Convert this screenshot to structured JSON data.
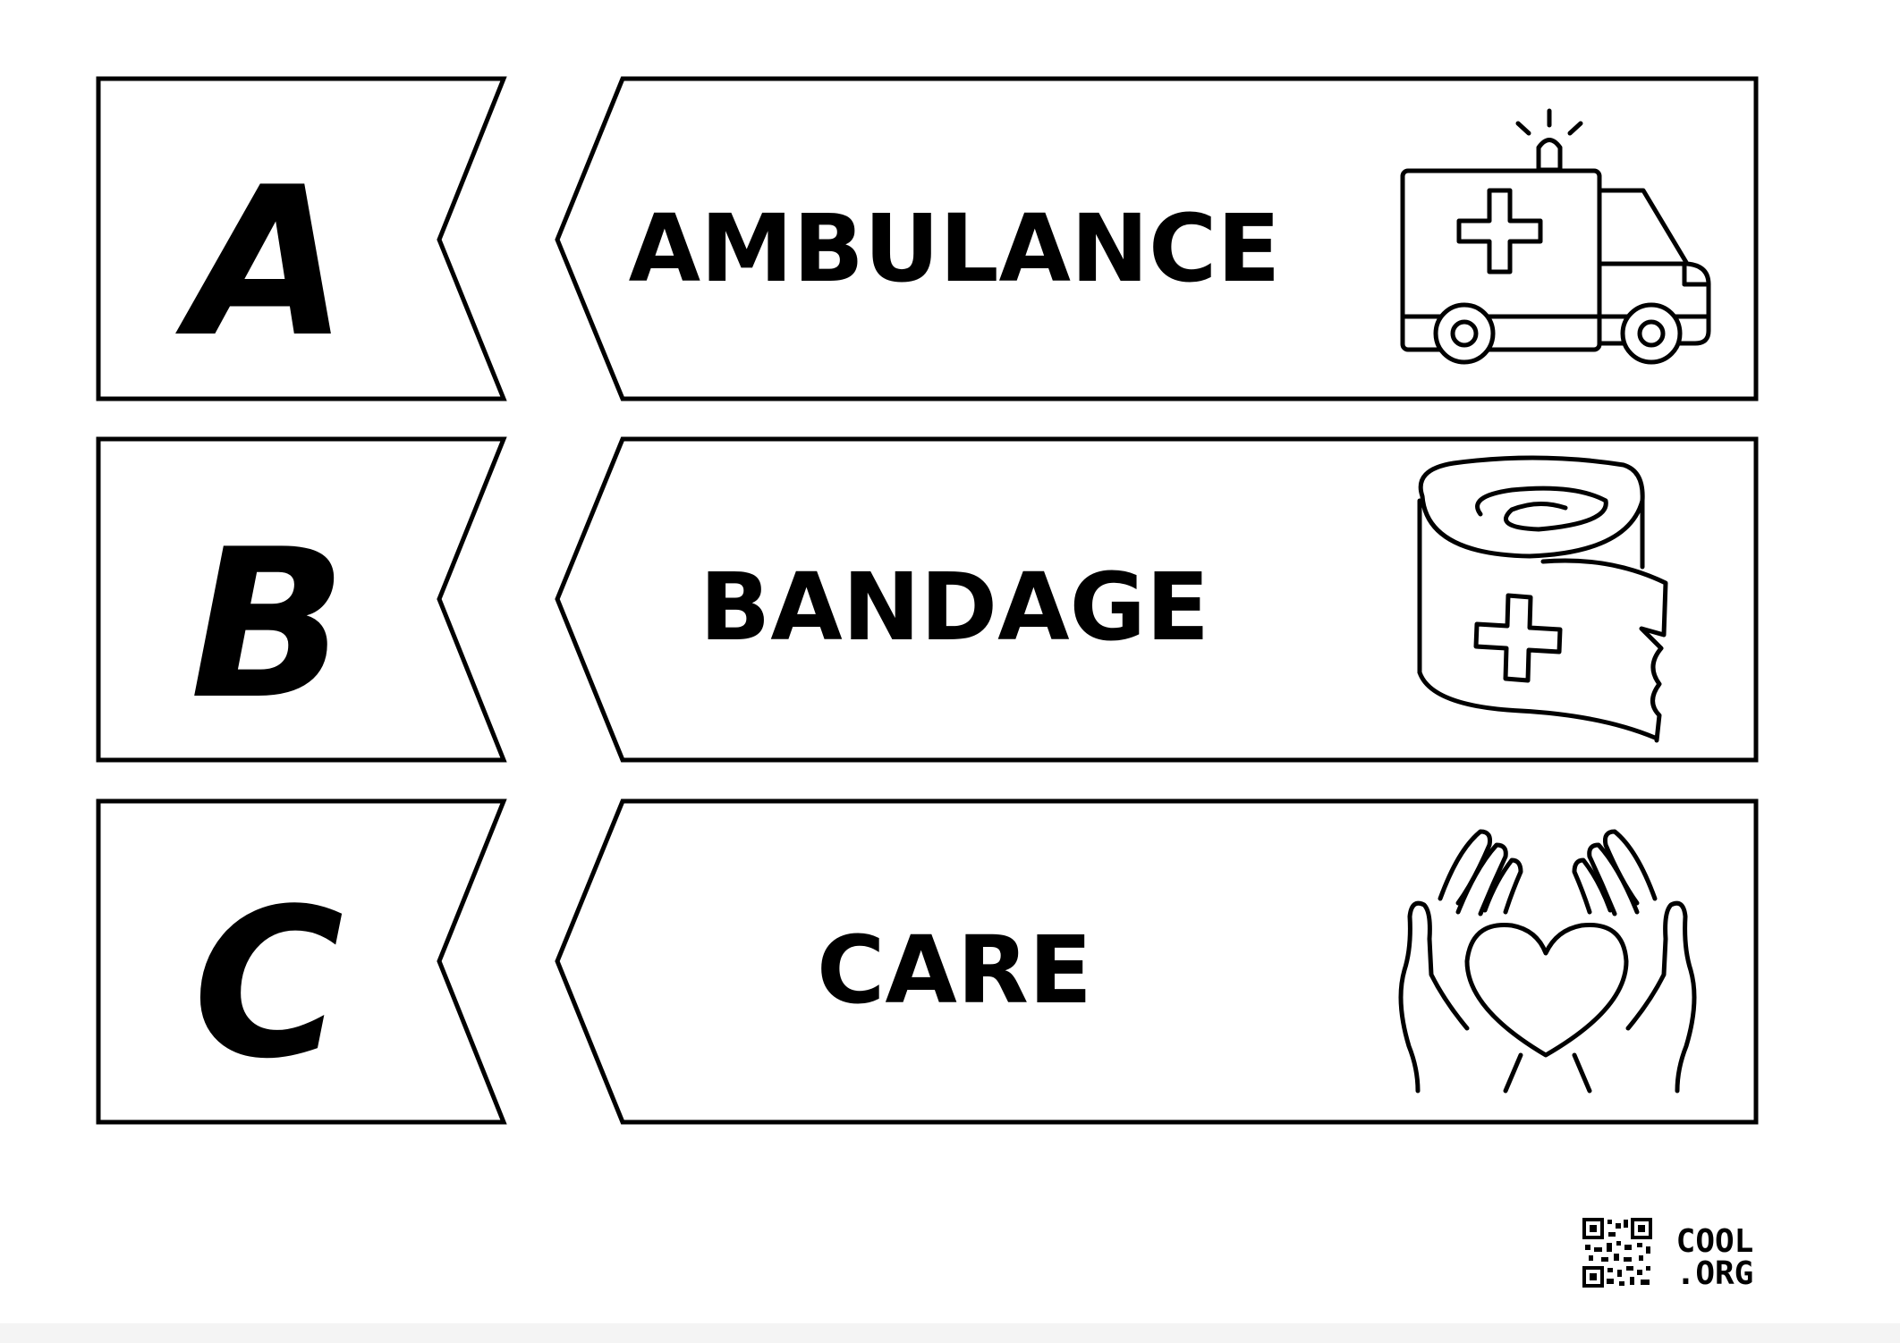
{
  "cards": [
    {
      "letter": "A",
      "word": "AMBULANCE",
      "icon": "ambulance-icon"
    },
    {
      "letter": "B",
      "word": "BANDAGE",
      "icon": "bandage-roll-icon"
    },
    {
      "letter": "C",
      "word": "CARE",
      "icon": "hands-heart-icon"
    }
  ],
  "branding": {
    "logo_line1": "COOL",
    "logo_line2": ".ORG",
    "qr_icon": "qr-code-icon"
  },
  "colors": {
    "ink": "#000000",
    "paper": "#ffffff"
  }
}
